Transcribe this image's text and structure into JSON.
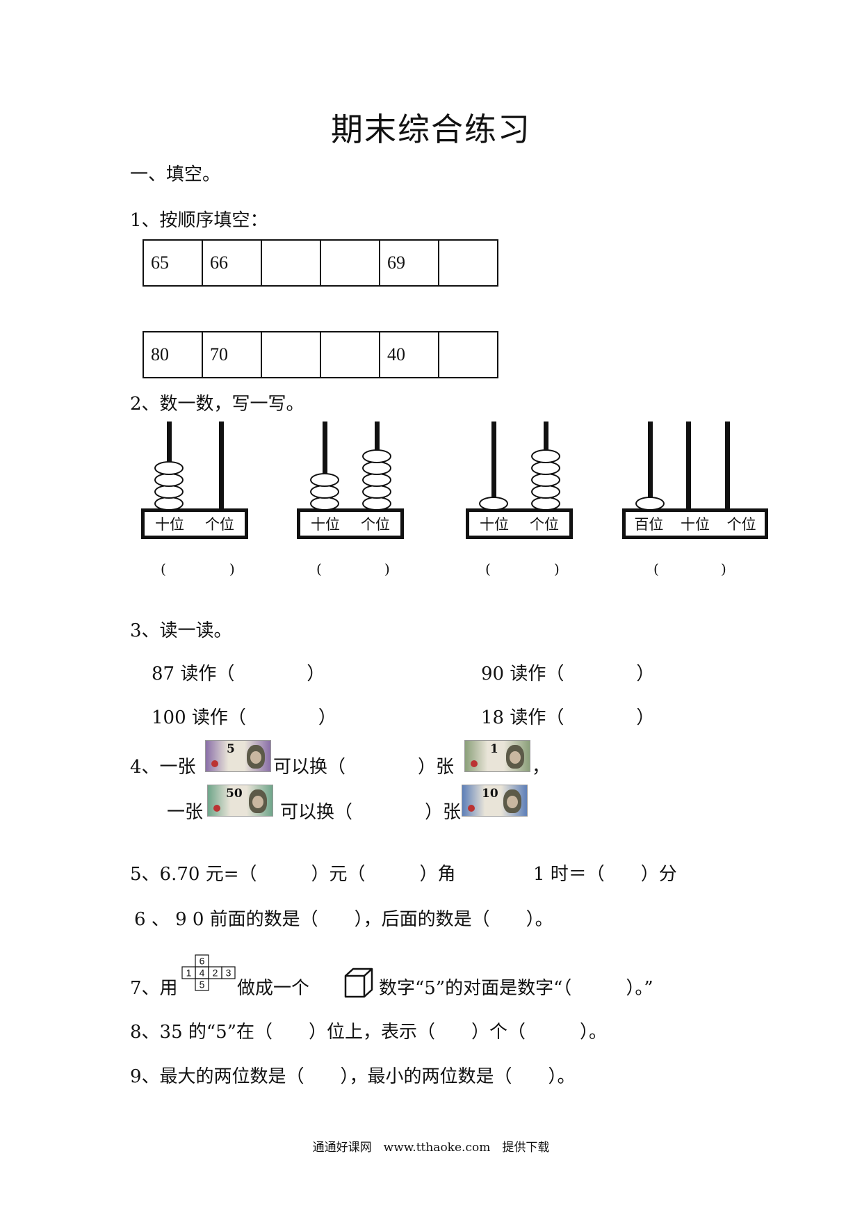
{
  "title": "期末综合练习",
  "section1": "一、填空。",
  "q1": {
    "label": "1、按顺序填空：",
    "row1": [
      "65",
      "66",
      "",
      "",
      "69",
      ""
    ],
    "row2": [
      "80",
      "70",
      "",
      "",
      "40",
      ""
    ]
  },
  "q2": {
    "label": "2、数一数，写一写。",
    "abacuses": [
      {
        "labels": [
          "十位",
          "个位"
        ],
        "beads": [
          4,
          0
        ],
        "paren_open": "(",
        "paren_close": ")"
      },
      {
        "labels": [
          "十位",
          "个位"
        ],
        "beads": [
          3,
          5
        ],
        "paren_open": "(",
        "paren_close": ")"
      },
      {
        "labels": [
          "十位",
          "个位"
        ],
        "beads": [
          1,
          5
        ],
        "paren_open": "(",
        "paren_close": ")"
      },
      {
        "labels": [
          "百位",
          "十位",
          "个位"
        ],
        "beads": [
          1,
          0,
          0
        ],
        "paren_open": "(",
        "paren_close": ")"
      }
    ]
  },
  "q3": {
    "label": "3、读一读。",
    "items": [
      "87 读作（　　　　）",
      "90 读作（　　　　）",
      "100 读作（　　　　）",
      "18 读作（　　　　）"
    ]
  },
  "q4": {
    "line1_a": "4、一张",
    "line1_b": "可以换（　　　　）张",
    "line1_c": "，",
    "line2_a": "一张",
    "line2_b": "可以换（　　　　）张",
    "notes": [
      {
        "value": "5",
        "color": "#8a6fa8"
      },
      {
        "value": "1",
        "color": "#8ba07a"
      },
      {
        "value": "50",
        "color": "#6fa58a"
      },
      {
        "value": "10",
        "color": "#5d7fb8"
      }
    ]
  },
  "q5": {
    "part1": "5、6.70 元=（　　　）元（　　　）角",
    "part2": "1 时＝（　　）分"
  },
  "q6": "6 、 9 0 前面的数是（　　），后面的数是（　　）。",
  "q7": {
    "part1": "7、用",
    "part2": "做成一个",
    "part3": "数字“5”的对面是数字“（　　　）。”",
    "net": [
      "6",
      "1",
      "4",
      "2",
      "3",
      "5"
    ]
  },
  "q8": "8、35 的“5”在（　　）位上，表示（　　）个（　　　）。",
  "q9": "9、最大的两位数是（　　），最小的两位数是（　　）。",
  "footer": "通通好课网　www.tthaoke.com　提供下载"
}
